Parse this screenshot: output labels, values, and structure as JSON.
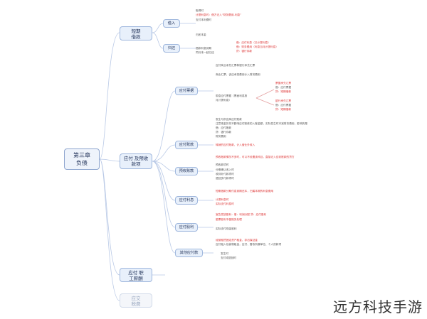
{
  "root": "第三章 负债",
  "branches": {
    "b1": "短期 借款",
    "b2": "应付 及预收款项",
    "b3": "应付 职工薪酬",
    "b4": "应交 税费"
  },
  "b1_children": {
    "c1": "借入",
    "c2": "归还"
  },
  "b2_children": {
    "c1": "应付票据",
    "c2": "应付账款",
    "c3": "预收账款",
    "c4": "应付利息",
    "c5": "应付股利",
    "c6": "其他应付款"
  },
  "texts": {
    "b1c1_1": "取得时",
    "b1c1_2": "计提利息时：借方记入“财务费用-利息”",
    "b1c1_3": "支付本利费时",
    "b1c2_1": "归还本金",
    "b1c2_2": "借：应付利息（已计提利息）",
    "b1c2_3": "借：财务费用（利息当月计提利息）",
    "b1c2_4": "贷：银行存款",
    "b1c2_5": "借款利息到期",
    "b1c2_6": "同月末一起归还",
    "b2c1_1": "应付商业承兑汇票和银行承兑汇票",
    "b2c1_2": "商业汇票，该应承担费用计入财务费用",
    "b2c1_3": "带息应付票据（票面利息按",
    "b2c1_4": "月计提利息）",
    "b2c1_5": "票据承兑汇票",
    "b2c1_6": "借：应付票据",
    "b2c1_7": "贷：短期借款",
    "b2c1_8": "银行承兑汇票",
    "b2c1_9": "借：应付票据",
    "b2c1_10": "贷：短期借款",
    "b2c2_1": "发生与供应商应付账款",
    "b2c2_2": "注意现金折扣不影响应付账款的入账金额，实际发生时冲减财务费用，影响的是",
    "b2c2_3": "借：应付账款",
    "b2c2_4": "贷：银行存款",
    "b2c2_5": "财务费用",
    "b2c2_6": "转销的应付账款，计入营业外收入",
    "b2c3_1": "预收账款情况不多时，可以不设置该科目，直接记入应收账款的贷方",
    "b2c3_2": "预收款项时",
    "b2c3_3": "分期确认收入时",
    "b2c3_4": "收到补付款项时",
    "b2c3_5": "退回多付款项时",
    "b2c4_1": "短期借款分期付息到期还本，归属本期的利息费用",
    "b2c4_2": "计提利息时",
    "b2c4_3": "实际支付利息时",
    "b2c5_1": "宣告发放股利：借：利润分配 贷：应付股利",
    "b2c5_2": "股票股利不做账务处理",
    "b2c5_3": "实际支付现金股利",
    "b2c6_1": "经营租赁固定资产租金，存出保证金",
    "b2c6_2": "应付租入包装物租金，应付、暂收所属单位、个人的款项",
    "b2c6_3": "发生时",
    "b2c6_4": "支付或退回时"
  },
  "watermark": "远方科技手游"
}
